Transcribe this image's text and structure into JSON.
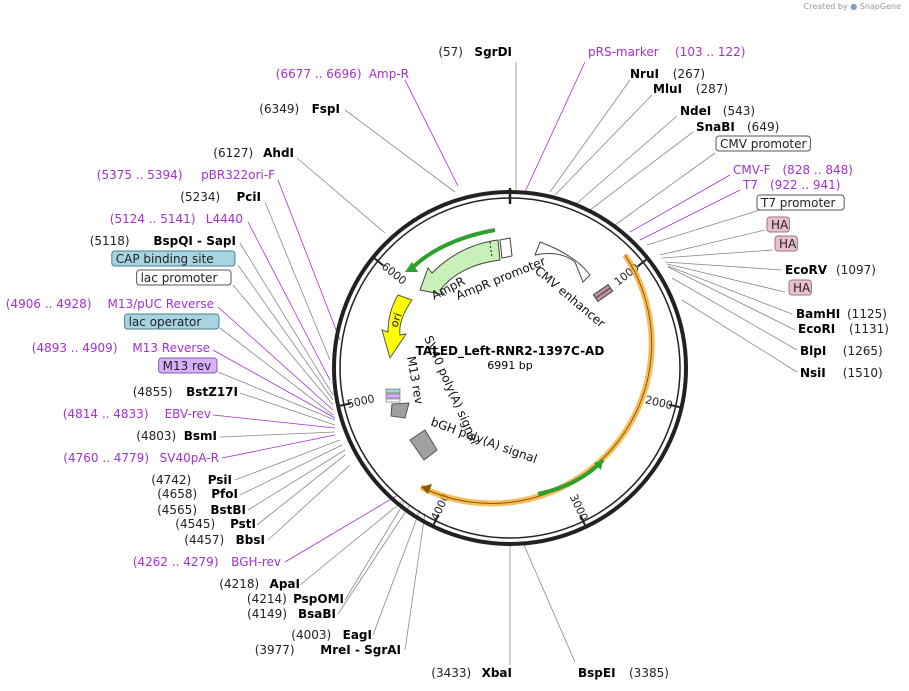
{
  "creator": {
    "prefix": "Created by",
    "brand": "SnapGene"
  },
  "plasmid": {
    "name": "TALED_Left-RNR2-1397C-AD",
    "length": "6991 bp"
  },
  "ticks": [
    {
      "label": "1000",
      "bp": 1000
    },
    {
      "label": "2000",
      "bp": 2000
    },
    {
      "label": "3000",
      "bp": 3000
    },
    {
      "label": "4000",
      "bp": 4000
    },
    {
      "label": "5000",
      "bp": 5000
    },
    {
      "label": "6000",
      "bp": 6000
    }
  ],
  "features": [
    {
      "name": "AmpR",
      "color": "#c9f0b8"
    },
    {
      "name": "AmpR promoter",
      "color": "#ffffff"
    },
    {
      "name": "ori",
      "color": "#ffff00"
    },
    {
      "name": "CMV enhancer",
      "color": "#ffffff"
    },
    {
      "name": "SV40 poly(A) signal",
      "color": "#a0a0a0"
    },
    {
      "name": "M13 rev",
      "color": "#d8b0ff"
    },
    {
      "name": "bGH poly(A) signal",
      "color": "#a0a0a0"
    }
  ],
  "labels_right": [
    {
      "id": "pRS-marker",
      "kind": "primer",
      "name": "pRS-marker",
      "pos": "(103 .. 122)"
    },
    {
      "id": "NruI",
      "kind": "enzyme",
      "name": "NruI",
      "pos": "(267)"
    },
    {
      "id": "MluI",
      "kind": "enzyme",
      "name": "MluI",
      "pos": "(287)"
    },
    {
      "id": "NdeI",
      "kind": "enzyme",
      "name": "NdeI",
      "pos": "(543)"
    },
    {
      "id": "SnaBI",
      "kind": "enzyme",
      "name": "SnaBI",
      "pos": "(649)"
    },
    {
      "id": "CMV-promoter",
      "kind": "box",
      "name": "CMV promoter"
    },
    {
      "id": "CMV-F",
      "kind": "primer",
      "name": "CMV-F",
      "pos": "(828 .. 848)"
    },
    {
      "id": "T7",
      "kind": "primer",
      "name": "T7",
      "pos": "(922 .. 941)"
    },
    {
      "id": "T7-promoter",
      "kind": "box",
      "name": "T7 promoter"
    },
    {
      "id": "HA1",
      "kind": "tag",
      "name": "HA"
    },
    {
      "id": "HA2",
      "kind": "tag",
      "name": "HA"
    },
    {
      "id": "EcoRV",
      "kind": "enzyme",
      "name": "EcoRV",
      "pos": "(1097)"
    },
    {
      "id": "HA3",
      "kind": "tag",
      "name": "HA"
    },
    {
      "id": "BamHI",
      "kind": "enzyme",
      "name": "BamHI",
      "pos": "(1125)"
    },
    {
      "id": "EcoRI",
      "kind": "enzyme",
      "name": "EcoRI",
      "pos": "(1131)"
    },
    {
      "id": "BlpI",
      "kind": "enzyme",
      "name": "BlpI",
      "pos": "(1265)"
    },
    {
      "id": "NsiI",
      "kind": "enzyme",
      "name": "NsiI",
      "pos": "(1510)"
    },
    {
      "id": "BspEI",
      "kind": "enzyme",
      "name": "BspEI",
      "pos": "(3385)"
    }
  ],
  "labels_left": [
    {
      "id": "SgrDI",
      "kind": "enzyme",
      "name": "SgrDI",
      "pos": "(57)"
    },
    {
      "id": "Amp-R",
      "kind": "primer",
      "name": "Amp-R",
      "pos": "(6677 .. 6696)"
    },
    {
      "id": "FspI",
      "kind": "enzyme",
      "name": "FspI",
      "pos": "(6349)"
    },
    {
      "id": "AhdI",
      "kind": "enzyme",
      "name": "AhdI",
      "pos": "(6127)"
    },
    {
      "id": "pBR322ori-F",
      "kind": "primer",
      "name": "pBR322ori-F",
      "pos": "(5375 .. 5394)"
    },
    {
      "id": "PciI",
      "kind": "enzyme",
      "name": "PciI",
      "pos": "(5234)"
    },
    {
      "id": "L4440",
      "kind": "primer",
      "name": "L4440",
      "pos": "(5124 .. 5141)"
    },
    {
      "id": "BspQI",
      "kind": "enzyme",
      "name": "BspQI - SapI",
      "pos": "(5118)"
    },
    {
      "id": "CAP",
      "kind": "box-blue",
      "name": "CAP binding site"
    },
    {
      "id": "lac-promoter",
      "kind": "box",
      "name": "lac promoter"
    },
    {
      "id": "M13pUC",
      "kind": "primer",
      "name": "M13/pUC Reverse",
      "pos": "(4906 .. 4928)"
    },
    {
      "id": "lac-operator",
      "kind": "box-blue",
      "name": "lac operator"
    },
    {
      "id": "M13Reverse",
      "kind": "primer",
      "name": "M13 Reverse",
      "pos": "(4893 .. 4909)"
    },
    {
      "id": "M13rev",
      "kind": "box-purple",
      "name": "M13 rev"
    },
    {
      "id": "BstZ17I",
      "kind": "enzyme",
      "name": "BstZ17I",
      "pos": "(4855)"
    },
    {
      "id": "EBV-rev",
      "kind": "primer",
      "name": "EBV-rev",
      "pos": "(4814 .. 4833)"
    },
    {
      "id": "BsmI",
      "kind": "enzyme",
      "name": "BsmI",
      "pos": "(4803)"
    },
    {
      "id": "SV40pA-R",
      "kind": "primer",
      "name": "SV40pA-R",
      "pos": "(4760 .. 4779)"
    },
    {
      "id": "PsiI",
      "kind": "enzyme",
      "name": "PsiI",
      "pos": "(4742)"
    },
    {
      "id": "PfoI",
      "kind": "enzyme",
      "name": "PfoI",
      "pos": "(4658)"
    },
    {
      "id": "BstBI",
      "kind": "enzyme",
      "name": "BstBI",
      "pos": "(4565)"
    },
    {
      "id": "PstI",
      "kind": "enzyme",
      "name": "PstI",
      "pos": "(4545)"
    },
    {
      "id": "BbsI",
      "kind": "enzyme",
      "name": "BbsI",
      "pos": "(4457)"
    },
    {
      "id": "BGH-rev",
      "kind": "primer",
      "name": "BGH-rev",
      "pos": "(4262 .. 4279)"
    },
    {
      "id": "ApaI",
      "kind": "enzyme",
      "name": "ApaI",
      "pos": "(4218)"
    },
    {
      "id": "PspOMI",
      "kind": "enzyme",
      "name": "PspOMI",
      "pos": "(4214)"
    },
    {
      "id": "BsaBI",
      "kind": "enzyme",
      "name": "BsaBI",
      "pos": "(4149)"
    },
    {
      "id": "EagI",
      "kind": "enzyme",
      "name": "EagI",
      "pos": "(4003)"
    },
    {
      "id": "MreI",
      "kind": "enzyme",
      "name": "MreI - SgrAI",
      "pos": "(3977)"
    },
    {
      "id": "XbaI",
      "kind": "enzyme",
      "name": "XbaI",
      "pos": "(3433)"
    }
  ],
  "colors": {
    "primer": "#a330d0",
    "enzyme": "#000000",
    "ring": "#222222",
    "orange_feature": "#f5a623",
    "green_arrow": "#2ea02e",
    "box_blue": "#a8d4e0",
    "box_purple": "#d8b0ff",
    "tag_pink": "#e8c0d0"
  }
}
